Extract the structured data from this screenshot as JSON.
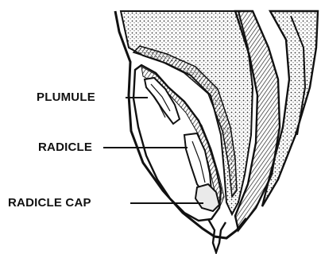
{
  "labels": {
    "plumule": "PLUMULE",
    "radicle": "RADICLE",
    "radicle_cap": "RADICLE CAP"
  }
}
